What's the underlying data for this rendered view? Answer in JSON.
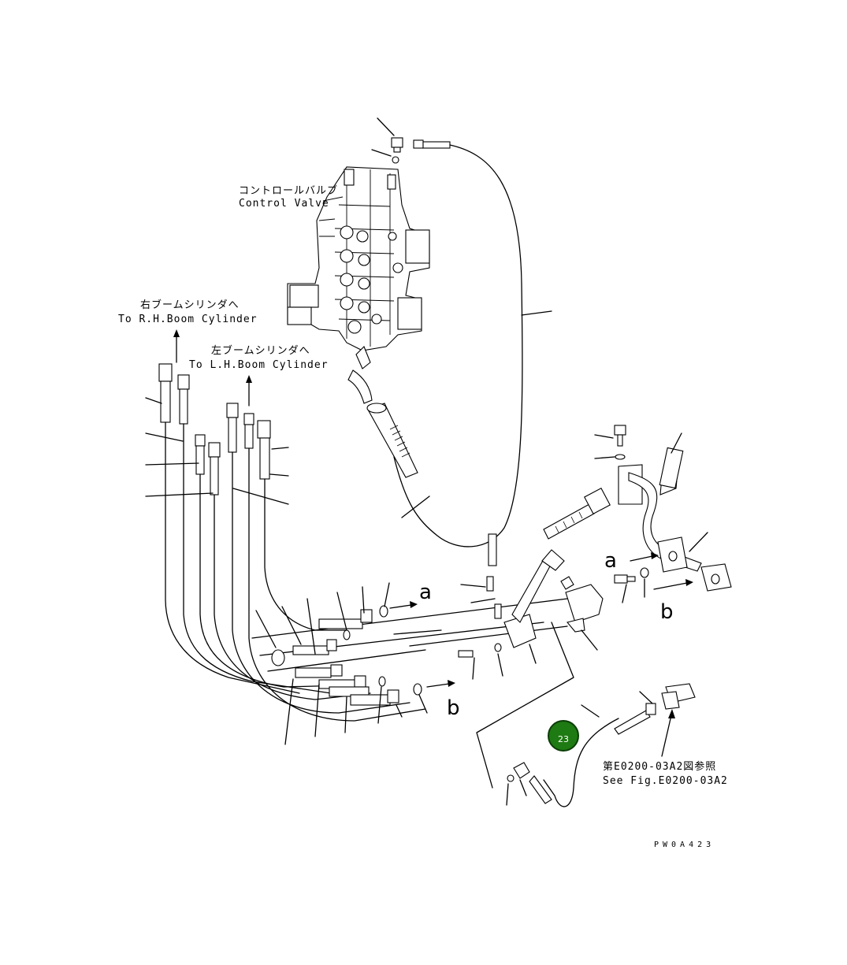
{
  "labels": {
    "control_valve_jp": "コントロールバルブ",
    "control_valve_en": "Control Valve",
    "rh_boom_jp": "右ブームシリンダへ",
    "rh_boom_en": "To R.H.Boom Cylinder",
    "lh_boom_jp": "左ブームシリンダへ",
    "lh_boom_en": "To L.H.Boom Cylinder",
    "see_fig_jp": "第E0200-03A2図参照",
    "see_fig_en": "See Fig.E0200-03A2",
    "drawing_code": "PW0A423"
  },
  "flow_marks": {
    "a": "a",
    "b": "b"
  },
  "callout": {
    "number": "23",
    "color": "#1e7a12",
    "ring_color": "#0b3d06"
  }
}
